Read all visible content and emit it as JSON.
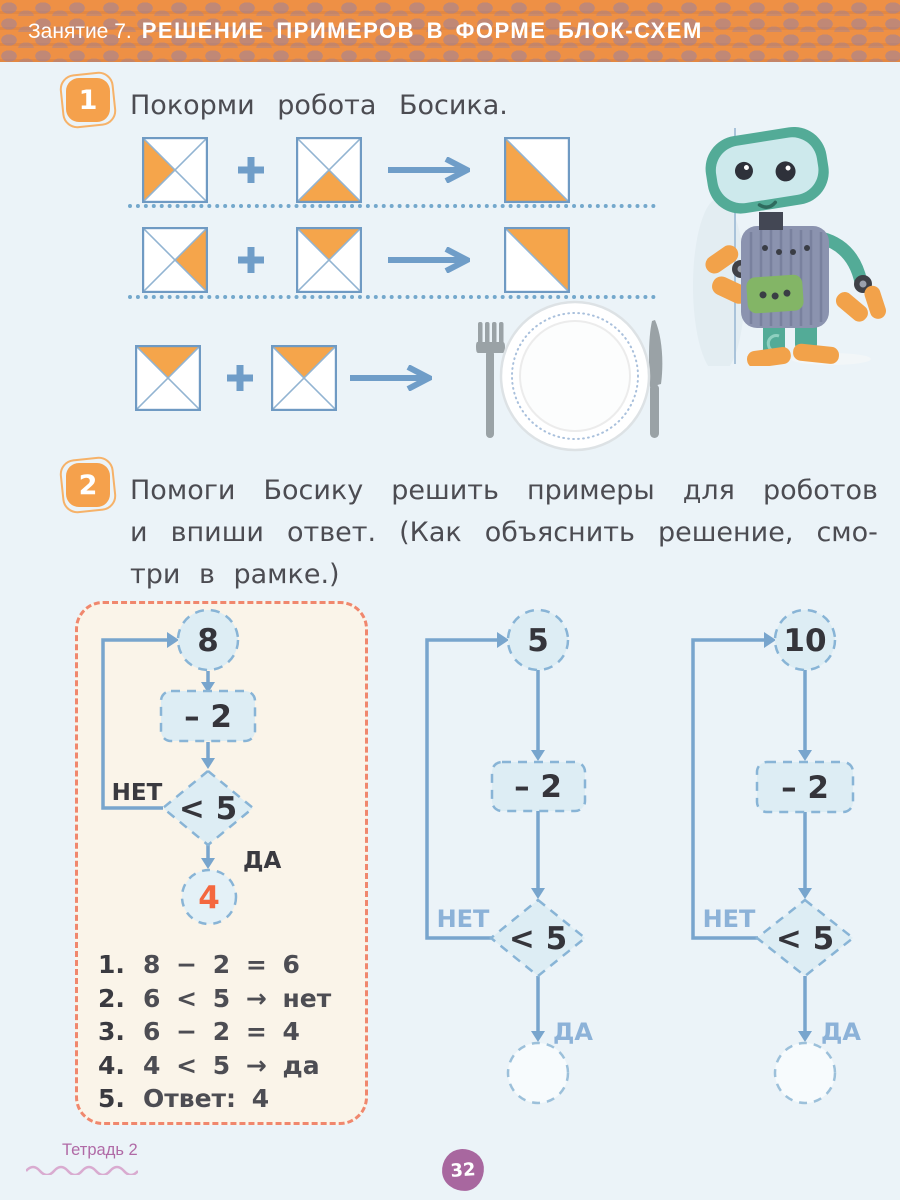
{
  "header": {
    "lesson_label": "Занятие 7.",
    "title": "РЕШЕНИЕ ПРИМЕРОВ В ФОРМЕ БЛОК-СХЕМ"
  },
  "task1": {
    "number": "1",
    "instruction": "Покорми робота Босика.",
    "rows": [
      {
        "left": "x-left",
        "operator": "+",
        "right": "x-bottom",
        "arrow": "→",
        "result": "half-lower-left"
      },
      {
        "left": "x-right",
        "operator": "+",
        "right": "x-top",
        "arrow": "→",
        "result": "half-upper-right"
      },
      {
        "left": "x-top",
        "operator": "+",
        "right": "x-top",
        "arrow": "→",
        "result": "plate"
      }
    ]
  },
  "task2": {
    "number": "2",
    "lines": [
      "Помоги Босику решить примеры для роботов",
      "и впиши ответ. (Как объяснить решение, смо-",
      "три в рамке.)"
    ]
  },
  "flowcharts": [
    {
      "start": "8",
      "operation": "– 2",
      "condition": "< 5",
      "no_label": "НЕТ",
      "yes_label": "ДА",
      "answer": "4"
    },
    {
      "start": "5",
      "operation": "– 2",
      "condition": "< 5",
      "no_label": "НЕТ",
      "yes_label": "ДА",
      "answer": ""
    },
    {
      "start": "10",
      "operation": "– 2",
      "condition": "< 5",
      "no_label": "НЕТ",
      "yes_label": "ДА",
      "answer": ""
    }
  ],
  "explanation_steps": [
    {
      "num": "1.",
      "text": "8 − 2 = 6"
    },
    {
      "num": "2.",
      "text": "6 < 5 → нет"
    },
    {
      "num": "3.",
      "text": "6 − 2 = 4"
    },
    {
      "num": "4.",
      "text": "4 < 5 → да"
    },
    {
      "num": "5.",
      "text": "Ответ: 4"
    }
  ],
  "footer": {
    "notebook": "Тетрадь 2",
    "page_number": "32"
  },
  "colors": {
    "header_orange": "#ee9045",
    "accent_orange": "#f5a54b",
    "line_blue": "#6f9dc8",
    "node_fill": "#ddedf4",
    "node_stroke": "#88b4d6",
    "frame_salmon": "#f0876d",
    "answer_orange": "#f4683f",
    "footer_purple": "#a8679f"
  }
}
